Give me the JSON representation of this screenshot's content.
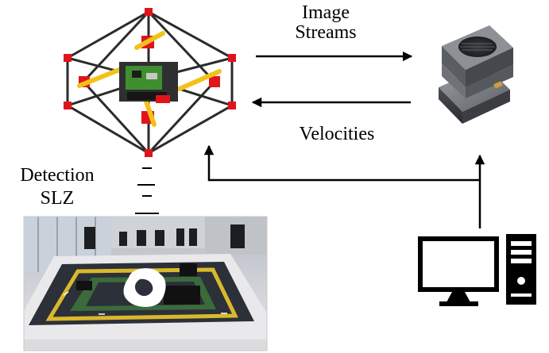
{
  "labels": {
    "image_streams_line1": "Image",
    "image_streams_line2": "Streams",
    "velocities": "Velocities",
    "detection_line1": "Detection",
    "detection_line2": "SLZ"
  },
  "colors": {
    "cage_red": "#e0141a",
    "propeller_yellow": "#f2c21a",
    "board_green": "#3f8f2f",
    "arrow": "#000000",
    "edge_device_body": "#6c6f74",
    "track_yellow": "#d9b92c",
    "track_asphalt": "#2c3038"
  },
  "icons": [
    "drone-icon",
    "edge-computer-icon",
    "desktop-computer-icon",
    "landing-zone-photo"
  ]
}
